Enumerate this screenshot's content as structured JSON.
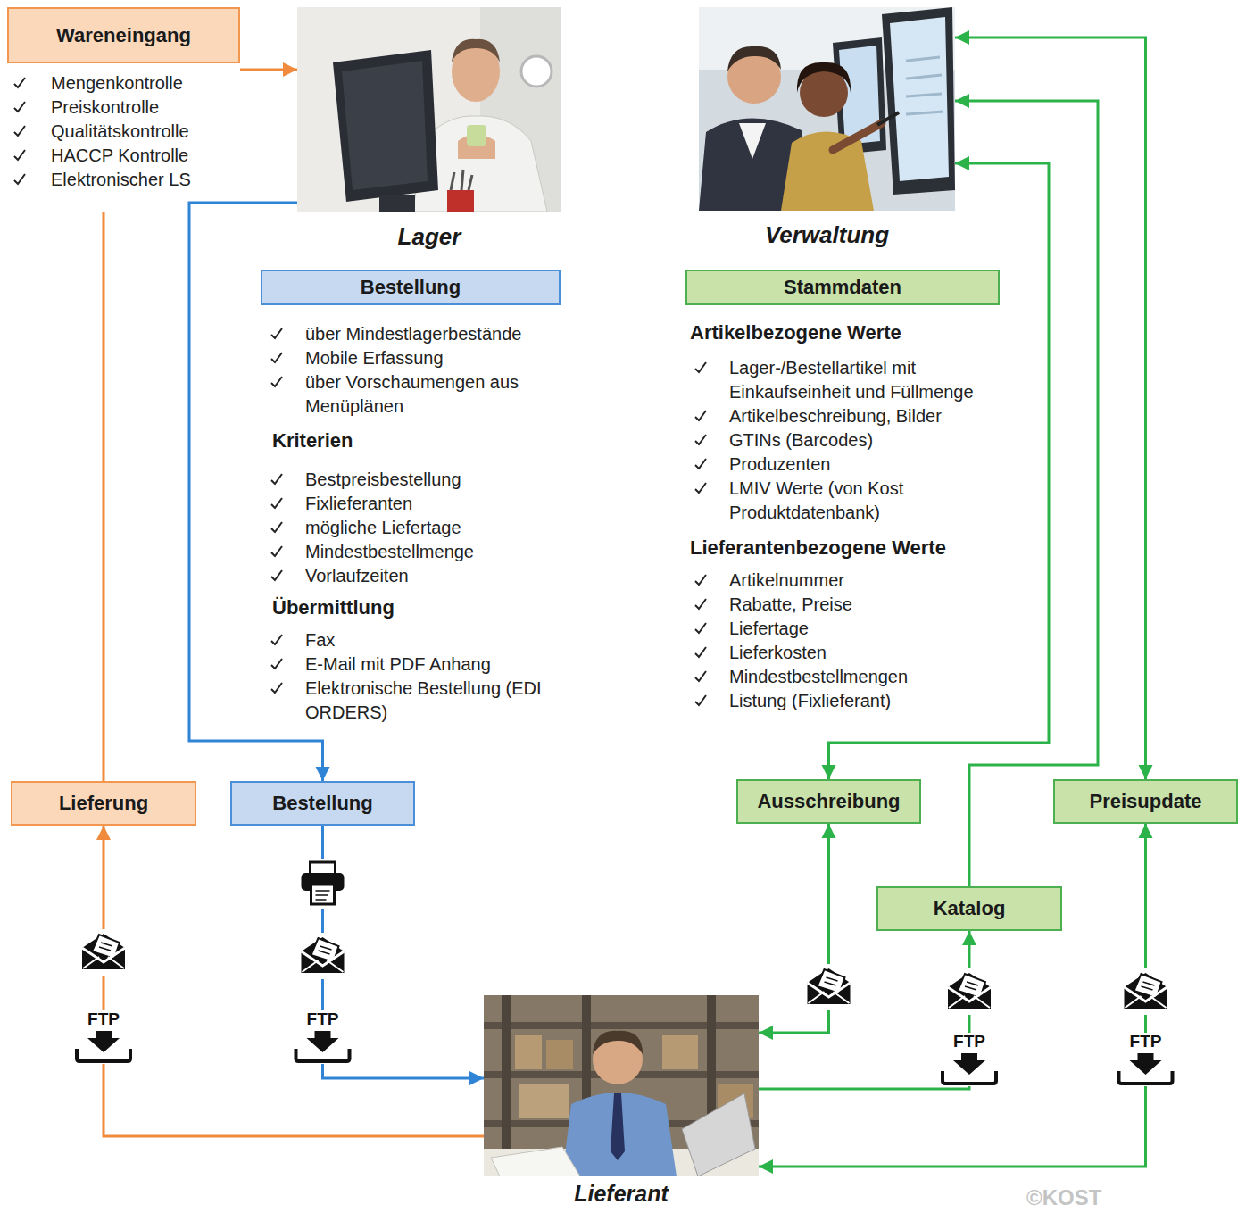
{
  "diagram": {
    "nodes": [
      {
        "text": [
          "Wareneingang",
          "Mengenkontrolle",
          "Preiskontrolle",
          "Qualitätskontrolle",
          "HACCP Kontrolle",
          "Elektronischer LS"
        ]
      },
      {
        "text": [
          "Lager"
        ]
      },
      {
        "text": [
          "Bestellung"
        ]
      },
      {
        "text": [
          "Verwaltung"
        ]
      },
      {
        "text": [
          "Stammdaten"
        ]
      },
      {
        "text": [
          "Lieferung"
        ]
      },
      {
        "text": [
          "Bestellung"
        ]
      },
      {
        "text": [
          "Ausschreibung"
        ]
      },
      {
        "text": [
          "Katalog"
        ]
      },
      {
        "text": [
          "Preisupdate"
        ]
      },
      {
        "text": [
          "Lieferant"
        ]
      }
    ],
    "edges": [
      {
        "from": 0,
        "to": 1,
        "arrow": "to"
      },
      {
        "from": 1,
        "to": 6,
        "arrow": "to"
      },
      {
        "from": 6,
        "to": 10,
        "arrow": "to"
      },
      {
        "from": 10,
        "to": 5,
        "arrow": "to"
      },
      {
        "from": 5,
        "to": 0,
        "arrow": "none"
      },
      {
        "from": 3,
        "to": 7,
        "arrow": "both"
      },
      {
        "from": 10,
        "to": 7,
        "arrow": "both"
      },
      {
        "from": 10,
        "to": 8,
        "arrow": "to"
      },
      {
        "from": 8,
        "to": 3,
        "arrow": "to"
      },
      {
        "from": 10,
        "to": 9,
        "arrow": "both"
      },
      {
        "from": 9,
        "to": 3,
        "arrow": "both"
      }
    ],
    "labels": [
      "über Mindestlagerbestände",
      "Mobile Erfassung",
      "über Vorschaumengen aus Menüplänen",
      "Kriterien",
      "Bestpreisbestellung",
      "Fixlieferanten",
      "mögliche Liefertage",
      "Mindestbestellmenge",
      "Vorlaufzeiten",
      "Übermittlung",
      "Fax",
      "E-Mail mit PDF Anhang",
      "Elektronische Bestellung (EDI ORDERS)",
      "Artikelbezogene Werte",
      "Lager-/Bestellartikel mit Einkaufseinheit und Füllmenge",
      "Artikelbeschreibung, Bilder",
      "GTINs (Barcodes)",
      "Produzenten",
      "LMIV Werte (von Kost Produktdatenbank)",
      "Lieferantenbezogene Werte",
      "Artikelnummer",
      "Rabatte, Preise",
      "Liefertage",
      "Lieferkosten",
      "Mindestbestellmengen",
      "Listung (Fixlieferant)",
      "FTP",
      "FTP",
      "FTP",
      "FTP",
      "©KOST"
    ]
  }
}
